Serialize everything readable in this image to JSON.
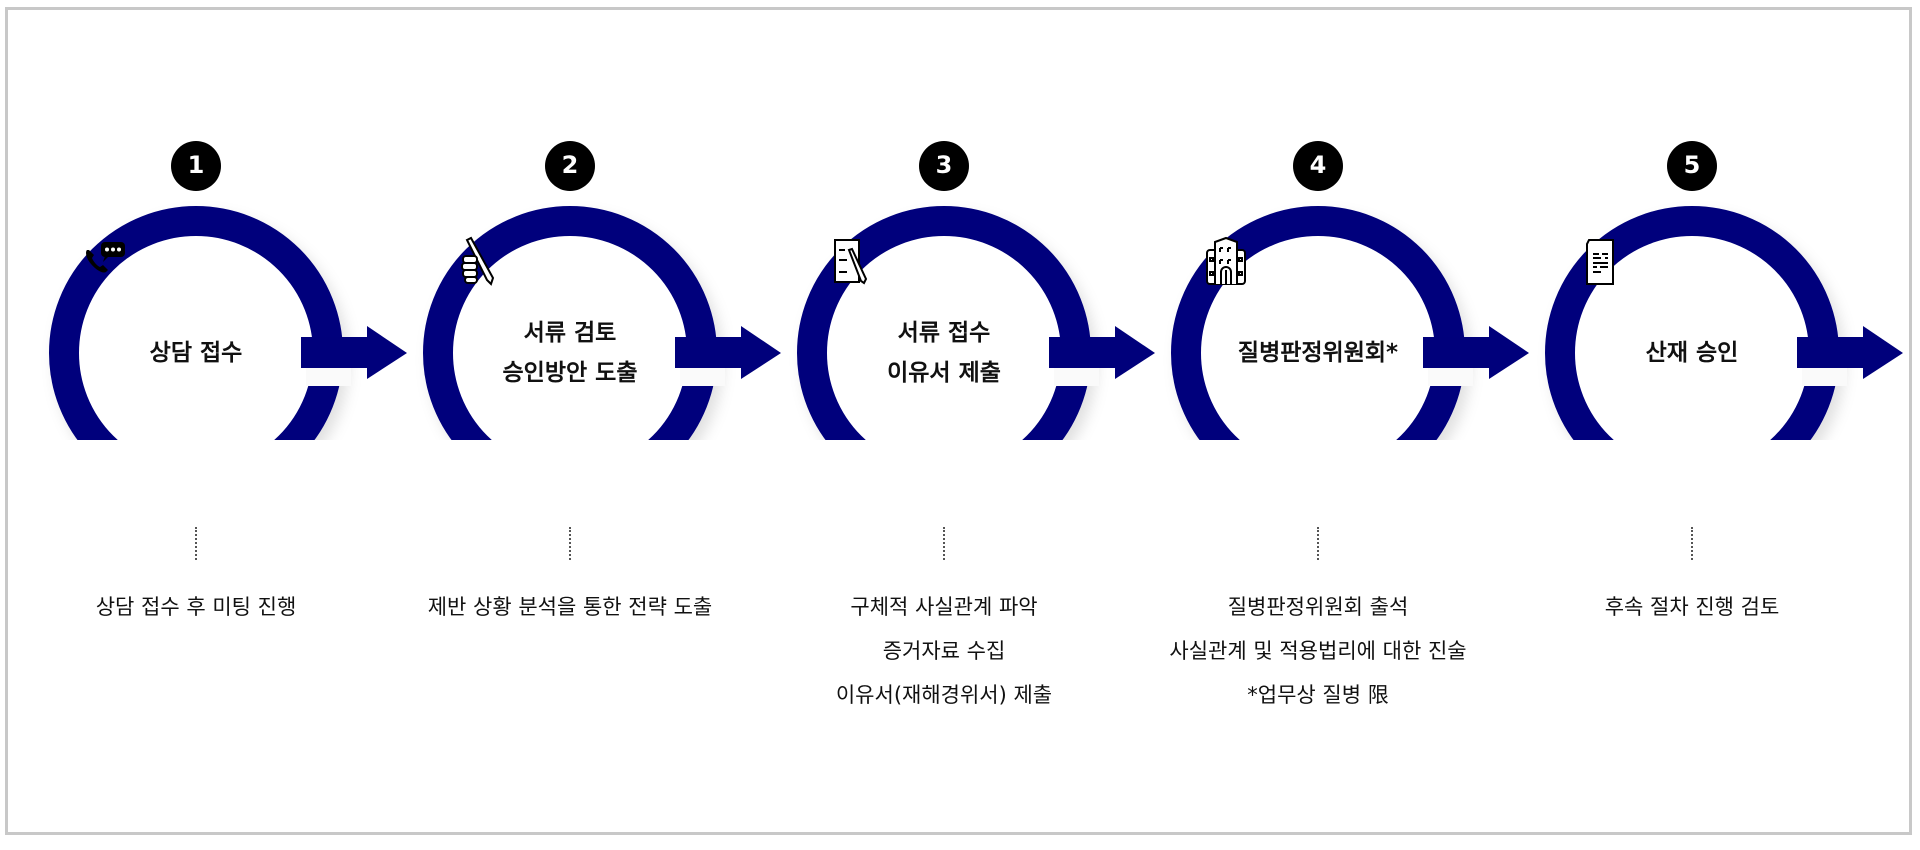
{
  "colors": {
    "ring": "#00007b",
    "badge": "#000000",
    "frame": "#c8c8c8"
  },
  "steps": [
    {
      "number": "1",
      "icon": "phone-chat-icon",
      "title": "상담 접수",
      "desc": [
        "상담 접수 후 미팅 진행"
      ]
    },
    {
      "number": "2",
      "icon": "hand-pen-icon",
      "title": "서류 검토\n승인방안 도출",
      "desc": [
        "제반 상황 분석을 통한 전략 도출"
      ]
    },
    {
      "number": "3",
      "icon": "document-pencil-icon",
      "title": "서류 접수\n이유서 제출",
      "desc": [
        "구체적 사실관계 파악",
        "증거자료 수집",
        "이유서(재해경위서) 제출"
      ]
    },
    {
      "number": "4",
      "icon": "building-icon",
      "title": "질병판정위원회*",
      "desc": [
        "질병판정위원회 출석",
        "사실관계 및 적용법리에 대한 진술",
        "*업무상 질병 限"
      ]
    },
    {
      "number": "5",
      "icon": "document-icon",
      "title": "산재 승인",
      "desc": [
        "후속 절차 진행 검토"
      ]
    }
  ]
}
